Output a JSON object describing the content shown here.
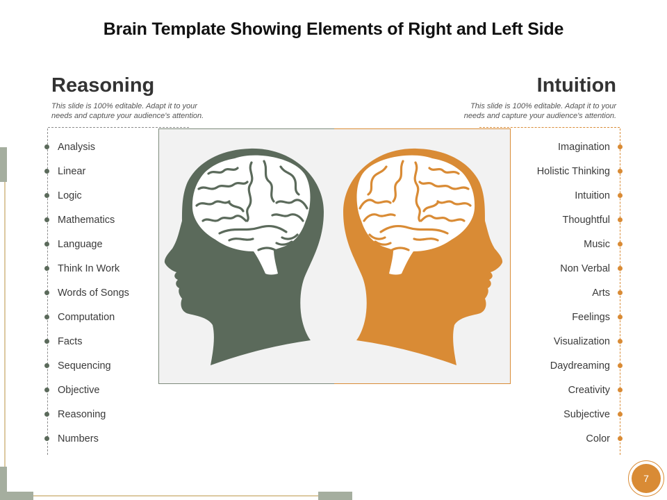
{
  "title": "Brain Template Showing Elements of Right and Left Side",
  "left": {
    "heading": "Reasoning",
    "description": [
      "This slide is 100% editable. Adapt it to your",
      "needs and capture your audience's attention."
    ],
    "items": [
      "Analysis",
      "Linear",
      "Logic",
      "Mathematics",
      "Language",
      "Think In Work",
      "Words of Songs",
      "Computation",
      "Facts",
      "Sequencing",
      "Objective",
      "Reasoning",
      "Numbers"
    ]
  },
  "right": {
    "heading": "Intuition",
    "description": [
      "This slide is 100% editable. Adapt it to your",
      "needs and capture your audience's attention."
    ],
    "items": [
      "Imagination",
      "Holistic Thinking",
      "Intuition",
      "Thoughtful",
      "Music",
      "Non Verbal",
      "Arts",
      "Feelings",
      "Visualization",
      "Daydreaming",
      "Creativity",
      "Subjective",
      "Color"
    ]
  },
  "illustration": {
    "left_icon": "green-head-brain-icon",
    "right_icon": "orange-head-brain-icon"
  },
  "page_number": "7",
  "colors": {
    "left_accent": "#5b6a5b",
    "right_accent": "#d98b35",
    "sage": "#a5ae9f",
    "tan": "#dcc9a0",
    "panel_bg": "#f2f2f2",
    "text": "#3a3a3a"
  }
}
